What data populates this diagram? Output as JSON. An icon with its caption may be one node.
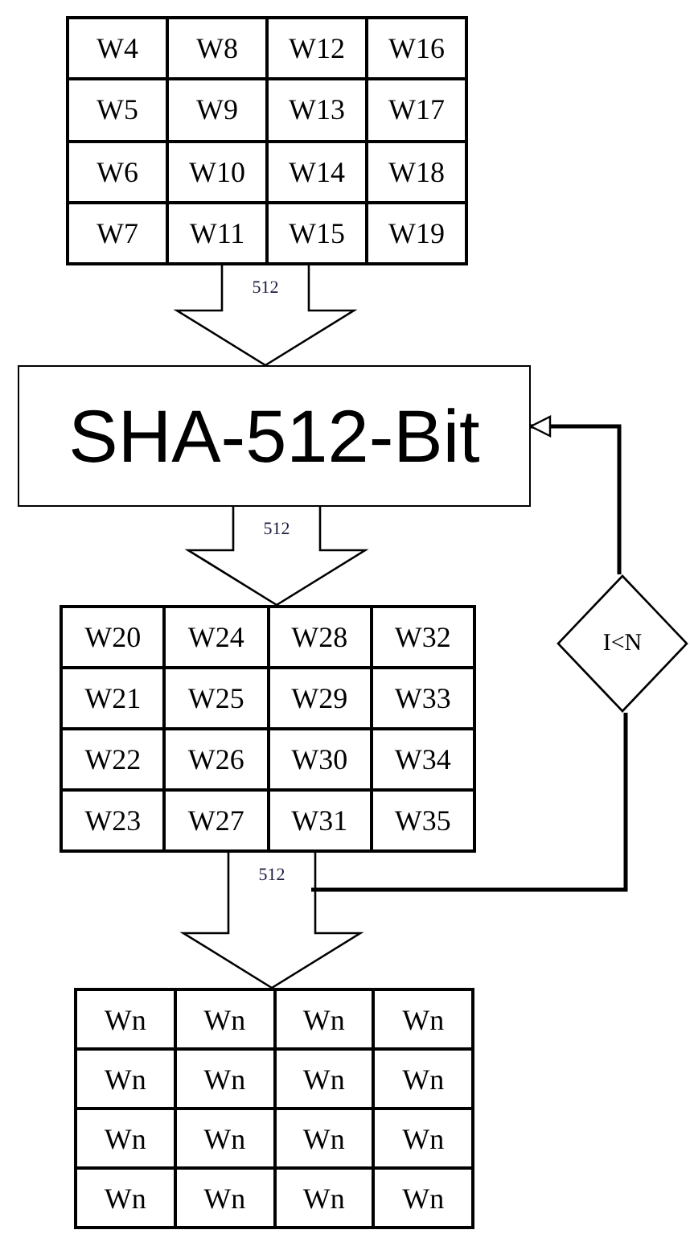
{
  "diagram": {
    "nodes": [
      {
        "text": [
          "W4",
          "W8",
          "W12",
          "W16",
          "W5",
          "W9",
          "W13",
          "W17",
          "W6",
          "W10",
          "W14",
          "W18",
          "W7",
          "W11",
          "W15",
          "W19"
        ]
      },
      {
        "text": [
          "SHA-512-Bit"
        ]
      },
      {
        "text": [
          "W20",
          "W24",
          "W28",
          "W32",
          "W21",
          "W25",
          "W29",
          "W33",
          "W22",
          "W26",
          "W30",
          "W34",
          "W23",
          "W27",
          "W31",
          "W35"
        ]
      },
      {
        "text": [
          "I<N"
        ]
      },
      {
        "text": [
          "Wn",
          "Wn",
          "Wn",
          "Wn",
          "Wn",
          "Wn",
          "Wn",
          "Wn",
          "Wn",
          "Wn",
          "Wn",
          "Wn",
          "Wn",
          "Wn",
          "Wn",
          "Wn"
        ]
      }
    ],
    "edges": [
      {
        "from": 0,
        "to": 1,
        "arrow": "to",
        "label": "512"
      },
      {
        "from": 1,
        "to": 2,
        "arrow": "to",
        "label": "512"
      },
      {
        "from": 2,
        "to": 4,
        "arrow": "to",
        "label": "512"
      },
      {
        "from": 2,
        "to": 3,
        "arrow": "none"
      },
      {
        "from": 3,
        "to": 1,
        "arrow": "to"
      }
    ]
  }
}
